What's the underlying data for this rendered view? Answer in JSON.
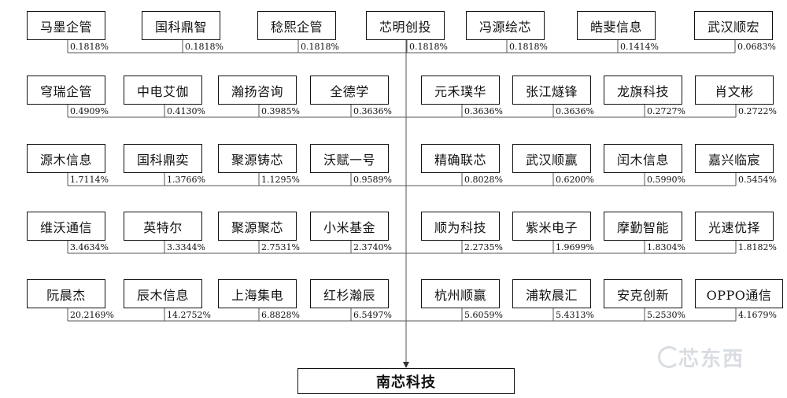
{
  "target": {
    "name": "南芯科技"
  },
  "watermark": {
    "text": "芯东西"
  },
  "rows": [
    {
      "shareholders": [
        {
          "name": "马墨企管",
          "pct": "0.1818%"
        },
        {
          "name": "国科鼎智",
          "pct": "0.1818%"
        },
        {
          "name": "稔熙企管",
          "pct": "0.1818%"
        },
        {
          "name": "芯明创投",
          "pct": "0.1818%"
        },
        {
          "name": "冯源绘芯",
          "pct": "0.1818%"
        },
        {
          "name": "皓斐信息",
          "pct": "0.1414%"
        },
        {
          "name": "武汉顺宏",
          "pct": "0.0683%"
        }
      ]
    },
    {
      "shareholders": [
        {
          "name": "穹瑞企管",
          "pct": "0.4909%"
        },
        {
          "name": "中电艾伽",
          "pct": "0.4130%"
        },
        {
          "name": "瀚扬咨询",
          "pct": "0.3985%"
        },
        {
          "name": "全德学",
          "pct": "0.3636%"
        },
        {
          "name": "元禾璞华",
          "pct": "0.3636%"
        },
        {
          "name": "张江燧锋",
          "pct": "0.3636%"
        },
        {
          "name": "龙旗科技",
          "pct": "0.2727%"
        },
        {
          "name": "肖文彬",
          "pct": "0.2722%"
        }
      ]
    },
    {
      "shareholders": [
        {
          "name": "源木信息",
          "pct": "1.7114%"
        },
        {
          "name": "国科鼎奕",
          "pct": "1.3766%"
        },
        {
          "name": "聚源铸芯",
          "pct": "1.1295%"
        },
        {
          "name": "沃赋一号",
          "pct": "0.9589%"
        },
        {
          "name": "精确联芯",
          "pct": "0.8028%"
        },
        {
          "name": "武汉顺赢",
          "pct": "0.6200%"
        },
        {
          "name": "闰木信息",
          "pct": "0.5990%"
        },
        {
          "name": "嘉兴临宸",
          "pct": "0.5454%"
        }
      ]
    },
    {
      "shareholders": [
        {
          "name": "维沃通信",
          "pct": "3.4634%"
        },
        {
          "name": "英特尔",
          "pct": "3.3344%"
        },
        {
          "name": "聚源聚芯",
          "pct": "2.7531%"
        },
        {
          "name": "小米基金",
          "pct": "2.3740%"
        },
        {
          "name": "顺为科技",
          "pct": "2.2735%"
        },
        {
          "name": "紫米电子",
          "pct": "1.9699%"
        },
        {
          "name": "摩勤智能",
          "pct": "1.8304%"
        },
        {
          "name": "光速优择",
          "pct": "1.8182%"
        }
      ]
    },
    {
      "shareholders": [
        {
          "name": "阮晨杰",
          "pct": "20.2169%"
        },
        {
          "name": "辰木信息",
          "pct": "14.2752%"
        },
        {
          "name": "上海集电",
          "pct": "6.8828%"
        },
        {
          "name": "红杉瀚辰",
          "pct": "6.5497%"
        },
        {
          "name": "杭州顺赢",
          "pct": "5.6059%"
        },
        {
          "name": "浦软晨汇",
          "pct": "5.4313%"
        },
        {
          "name": "安克创新",
          "pct": "5.2530%"
        },
        {
          "name": "OPPO通信",
          "pct": "4.1679%"
        }
      ]
    }
  ]
}
